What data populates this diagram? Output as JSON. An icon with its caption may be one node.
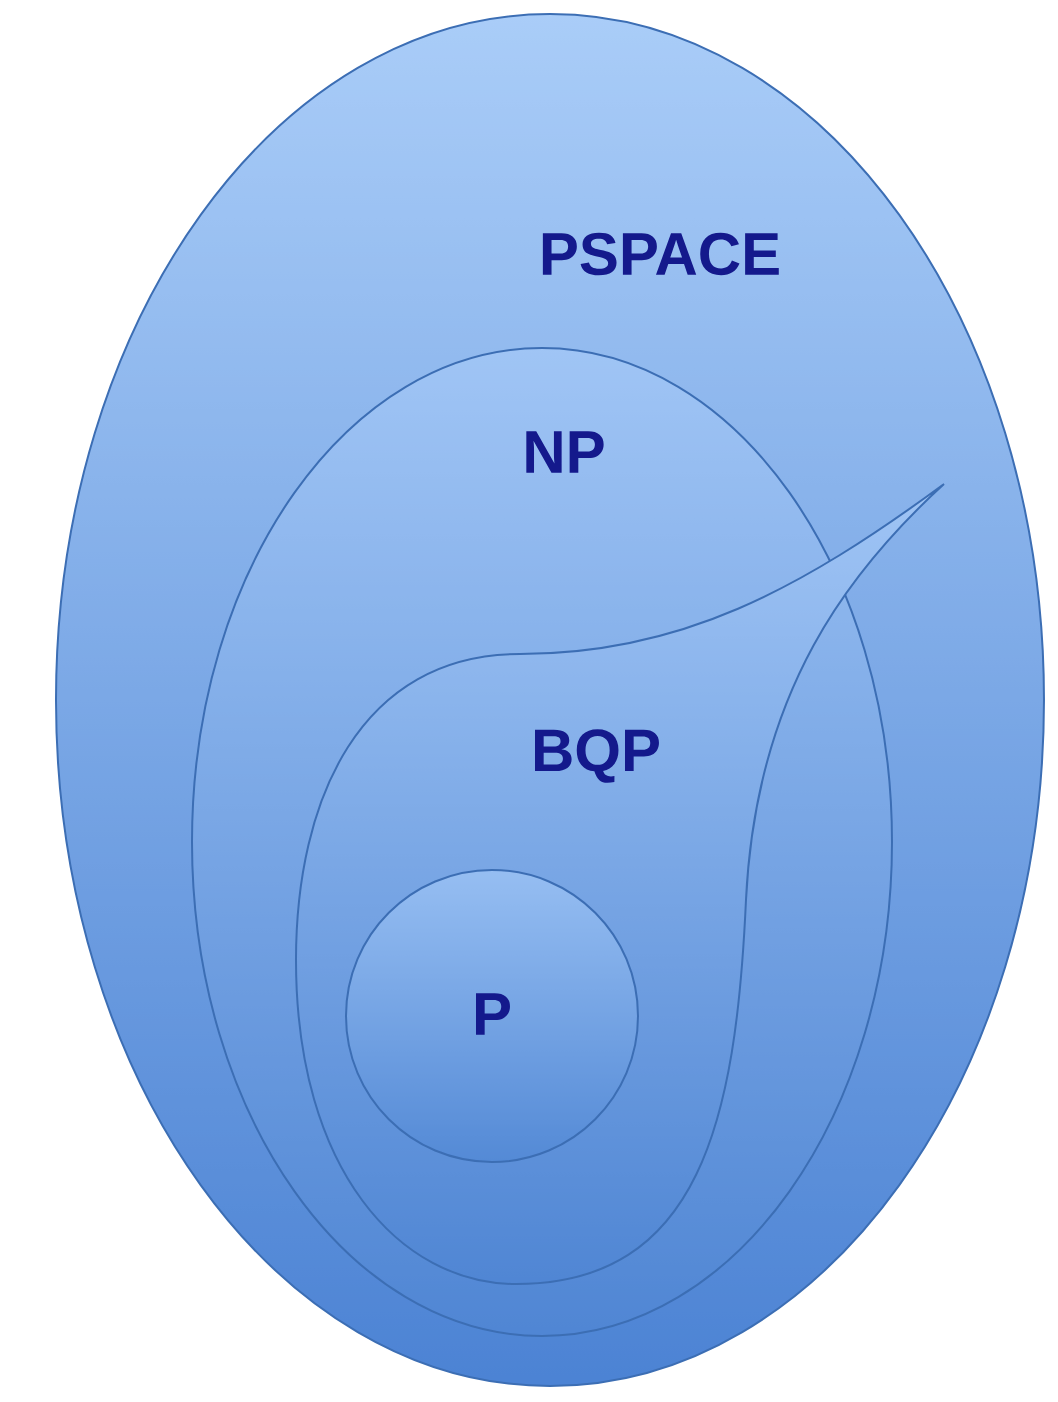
{
  "diagram": {
    "nodes": [
      {
        "text": [
          "PSPACE"
        ]
      },
      {
        "text": [
          "NP"
        ],
        "in": 0
      },
      {
        "text": [
          "BQP"
        ],
        "in": 0
      },
      {
        "text": [
          "P"
        ],
        "in": 2
      }
    ]
  }
}
